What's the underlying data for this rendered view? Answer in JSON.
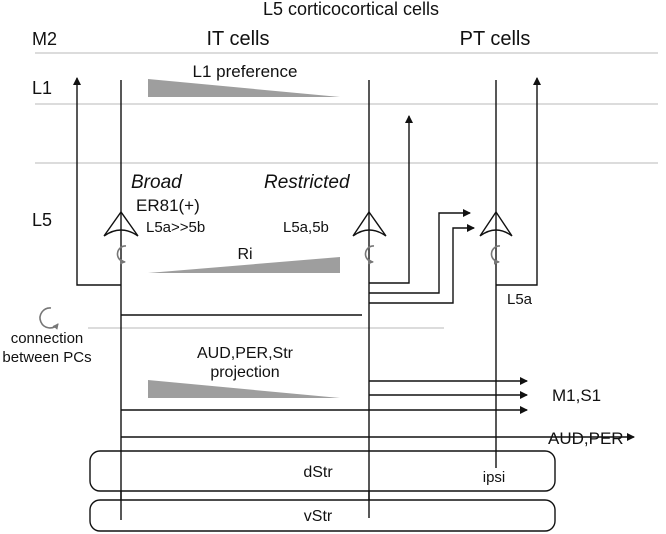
{
  "title": "L5 corticocortical cells",
  "area_label": "M2",
  "layers": {
    "l1": "L1",
    "l5": "L5"
  },
  "groups": {
    "it": "IT cells",
    "pt": "PT cells"
  },
  "gradients": {
    "l1_preference": "L1 preference",
    "ri": "Ri",
    "projection_line1": "AUD,PER,Str",
    "projection_line2": "projection"
  },
  "it_broad": {
    "label": "Broad",
    "marker": "ER81(+)",
    "layer": "L5a>>5b"
  },
  "it_restricted": {
    "label": "Restricted",
    "layer": "L5a,5b"
  },
  "pt": {
    "layer": "L5a",
    "ipsi": "ipsi"
  },
  "legend": {
    "line1": "connection",
    "line2": "between PCs"
  },
  "targets": {
    "m1_s1": "M1,S1",
    "aud_per": "AUD,PER"
  },
  "striatum": {
    "dorsal": "dStr",
    "ventral": "vStr"
  },
  "colors": {
    "line": "#111111",
    "layer_line": "#c8c8c8",
    "wedge": "#9e9e9e",
    "loop": "#777777"
  }
}
